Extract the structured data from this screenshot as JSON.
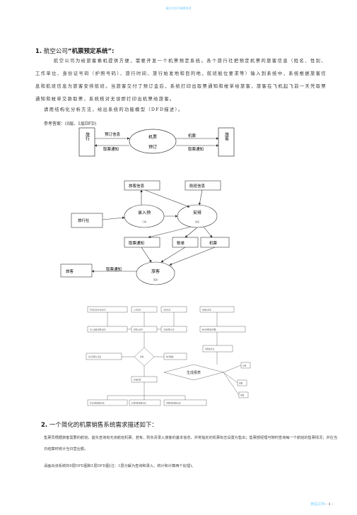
{
  "header": {
    "text": "精品文档可编辑修改"
  },
  "q1": {
    "number": "1.",
    "title_prefix": "航空公司",
    "title_bold": "“机票预定系统”:",
    "para1": "航空公司为给旅客乘机提供方便，需要开发一个机票预定系统。各个旅行社把预定机票的旅客信息（姓名、性别、工作单位、身份证号码（护照号码）、旅行时间、旅行始发地和目的地，航班舱位要求等）输入到系统中，系统根据旅客信息和航班信息为旅客安排航班。当旅客交付了预订金后，系统打印出取票通知和帐单给旅客，旅客在飞机起飞前一天凭取票通知和帐单交款取票，系统核对无误即打印出机票给旅客。",
    "requirement": "请用结构化分析方法，给出系统的功能模型（DFD描述）。",
    "reference": "参考答案：(0层、1层DFD)"
  },
  "dfd0": {
    "left_entity": "旅行",
    "process_line1": "机票",
    "process_line2": "预订",
    "right_entity": "旅客",
    "flow_booking_info": "预订信息",
    "flow_pickup_notice_left": "取票通知",
    "flow_ticket": "机票",
    "flow_pickup_notice_right": "取票通知"
  },
  "dfd1": {
    "store_passenger_info": "旅客信息",
    "store_flight_info": "航班信息",
    "entity_agency": "旅行社",
    "process_entry": "录入预",
    "process_entry_sub": "订单",
    "process_arrange": "安排",
    "process_arrange_sub": "航班",
    "out_pickup_notice": "取票通知",
    "out_bill": "账单",
    "out_ticket": "机票",
    "entity_passenger": "旅客",
    "flow_pickup_notice": "取票通知",
    "process_passenger": "旅客",
    "process_passenger_sub": "取票"
  },
  "diagram3": {
    "row1": [
      "仓库信息(库存信息)",
      "入库信息",
      "出库信息",
      "商品信息表"
    ],
    "row2": [
      "录入商品(采购)信息",
      "销售记录单",
      "当天销售记录",
      "统计销售量(周报)"
    ],
    "box_left": "每日销售记录表",
    "diamond": "查询",
    "box_mid": "统计数据",
    "box_right": "销售统计表",
    "big_diamond": "生成报表",
    "box_below_diamond": "查询结果",
    "row_bottom": [
      "单日销售量统计表",
      "时段销售量统计表",
      "周期销售量统计表"
    ],
    "small_boxes": [
      "日报",
      "周报",
      "月报"
    ]
  },
  "q2": {
    "number": "2.",
    "title": "一个简化的机票销售系统需求描述如下：",
    "para1": "售票员根据旅客需要的航班，首先查询有无该航班机票，若有，则负责录入旅客的基本信息，并将指定的机票标志设置为售出；售票部经理可随时查询每一个航班的售票情况，并在当日结算时统计当日营业额。",
    "para2": "请画出该系统的0层DFD图和1层DFD图(注：1层分解为查询和录入、统计和计算两个处理)。"
  },
  "footer": {
    "left": "精品文档",
    "page": "- 1 -"
  }
}
